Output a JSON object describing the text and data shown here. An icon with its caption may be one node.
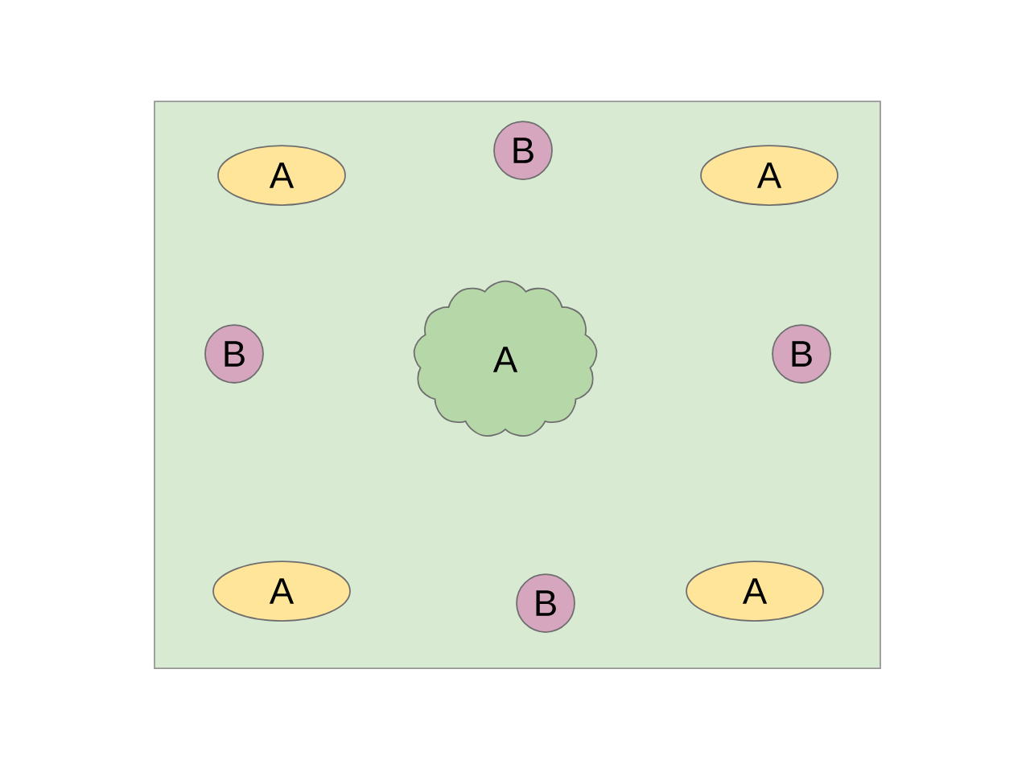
{
  "diagram": {
    "nodes": [
      {
        "text": [],
        "shape": "box"
      },
      {
        "text": [
          "A"
        ],
        "in": 0
      },
      {
        "text": [
          "B"
        ],
        "in": 0
      },
      {
        "text": [
          "A"
        ],
        "in": 0
      },
      {
        "text": [
          "B"
        ],
        "in": 0
      },
      {
        "text": [
          "A"
        ],
        "in": 0
      },
      {
        "text": [
          "B"
        ],
        "in": 0
      },
      {
        "text": [
          "A"
        ],
        "in": 0
      },
      {
        "text": [
          "B"
        ],
        "in": 0
      },
      {
        "text": [
          "A"
        ],
        "in": 0
      }
    ]
  }
}
